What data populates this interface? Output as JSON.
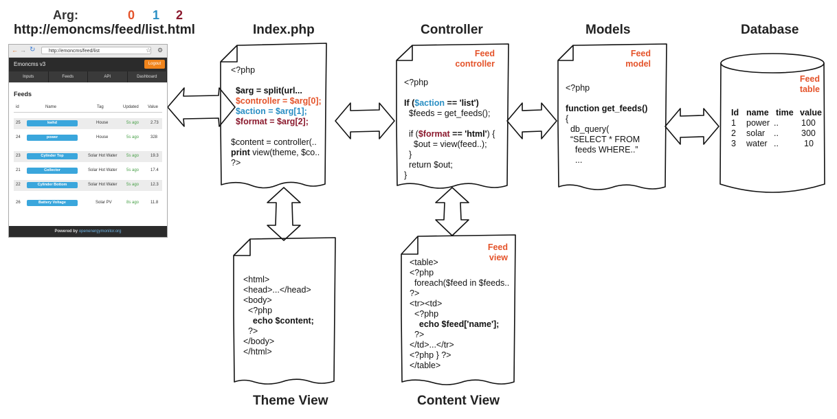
{
  "header": {
    "arg_label": "Arg:",
    "arg_numbers": [
      "0",
      "1",
      "2"
    ],
    "url": "http://emoncms/feed/list.html"
  },
  "columns": {
    "index": "Index.php",
    "controller": "Controller",
    "models": "Models",
    "database": "Database",
    "theme_view": "Theme View",
    "content_view": "Content View"
  },
  "browser": {
    "address": "http://emoncms/feed/list",
    "brand": "Emoncms v3",
    "logout": "Logout",
    "menu": [
      "Inputs",
      "Feeds",
      "API",
      "Dashboard"
    ],
    "heading": "Feeds",
    "headers": [
      "id",
      "Name",
      "Tag",
      "Updated",
      "Value"
    ],
    "rows": [
      {
        "id": "25",
        "name": "kwhd",
        "tag": "House",
        "updated": "5s ago",
        "value": "2.73"
      },
      {
        "id": "24",
        "name": "power",
        "tag": "House",
        "updated": "5s ago",
        "value": "328"
      },
      {
        "id": "23",
        "name": "Cylinder Top",
        "tag": "Solar Hot Water",
        "updated": "5s ago",
        "value": "19.3"
      },
      {
        "id": "21",
        "name": "Collector",
        "tag": "Solar Hot Water",
        "updated": "5s ago",
        "value": "17.4"
      },
      {
        "id": "22",
        "name": "Cylinder Bottom",
        "tag": "Solar Hot Water",
        "updated": "5s ago",
        "value": "12.3"
      },
      {
        "id": "26",
        "name": "Battery Voltage",
        "tag": "Solar PV",
        "updated": "8s ago",
        "value": "11.8"
      }
    ],
    "footer_prefix": "Powered by ",
    "footer_link": "openenergymonitor.org"
  },
  "index_code": {
    "l1": "<?php",
    "l2": "$arg = split(url...",
    "l3": "$controller = $arg[0];",
    "l4": "$action = $arg[1];",
    "l5": "$format = $arg[2];",
    "l6": "$content = controller(..",
    "l7a": "print",
    "l7b": " view(theme, $co..",
    "l8": "?>"
  },
  "controller_code": {
    "tag_line1": "Feed",
    "tag_line2": "controller",
    "l1": "<?php",
    "l2a": "If (",
    "l2b": "$action",
    "l2c": " == 'list')",
    "l3": "$feeds = get_feeds();",
    "l4a": "if (",
    "l4b": "$format",
    "l4c": " == 'html'",
    "l4d": ") {",
    "l5": "$out = view(feed..);",
    "l6": "}",
    "l7": "return $out;",
    "l8": "}"
  },
  "model_code": {
    "tag_line1": "Feed",
    "tag_line2": "model",
    "l1": "<?php",
    "l2": "function get_feeds()",
    "l3": "{",
    "l4": "db_query(",
    "l5": "“SELECT * FROM",
    "l6": "feeds WHERE..”",
    "l7": "..."
  },
  "db_table": {
    "tag_line1": "Feed",
    "tag_line2": "table",
    "headers": [
      "Id",
      "name",
      "time",
      "value"
    ],
    "rows": [
      [
        "1",
        "power",
        "..",
        "100"
      ],
      [
        "2",
        "solar",
        "..",
        "300"
      ],
      [
        "3",
        "water",
        "..",
        "10"
      ]
    ]
  },
  "theme_code": {
    "l1": "<html>",
    "l2": "<head>...</head>",
    "l3": "<body>",
    "l4": "<?php",
    "l5": "echo $content;",
    "l6": "?>",
    "l7": "</body>",
    "l8": "</html>"
  },
  "content_code": {
    "tag_line1": "Feed",
    "tag_line2": "view",
    "l1": "<table>",
    "l2": "<?php",
    "l3": "foreach($feed in $feeds..",
    "l4": "?>",
    "l5": "<tr><td>",
    "l6": "<?php",
    "l7": "echo $feed['name'];",
    "l8": "?>",
    "l9": "</td>...</tr>",
    "l10": "<?php } ?>",
    "l11": "</table>"
  },
  "colors": {
    "controller": "#e4532a",
    "action": "#2a8fc4",
    "format": "#8b1a2e",
    "button": "#3aa6dc",
    "logout": "#f0841c"
  }
}
